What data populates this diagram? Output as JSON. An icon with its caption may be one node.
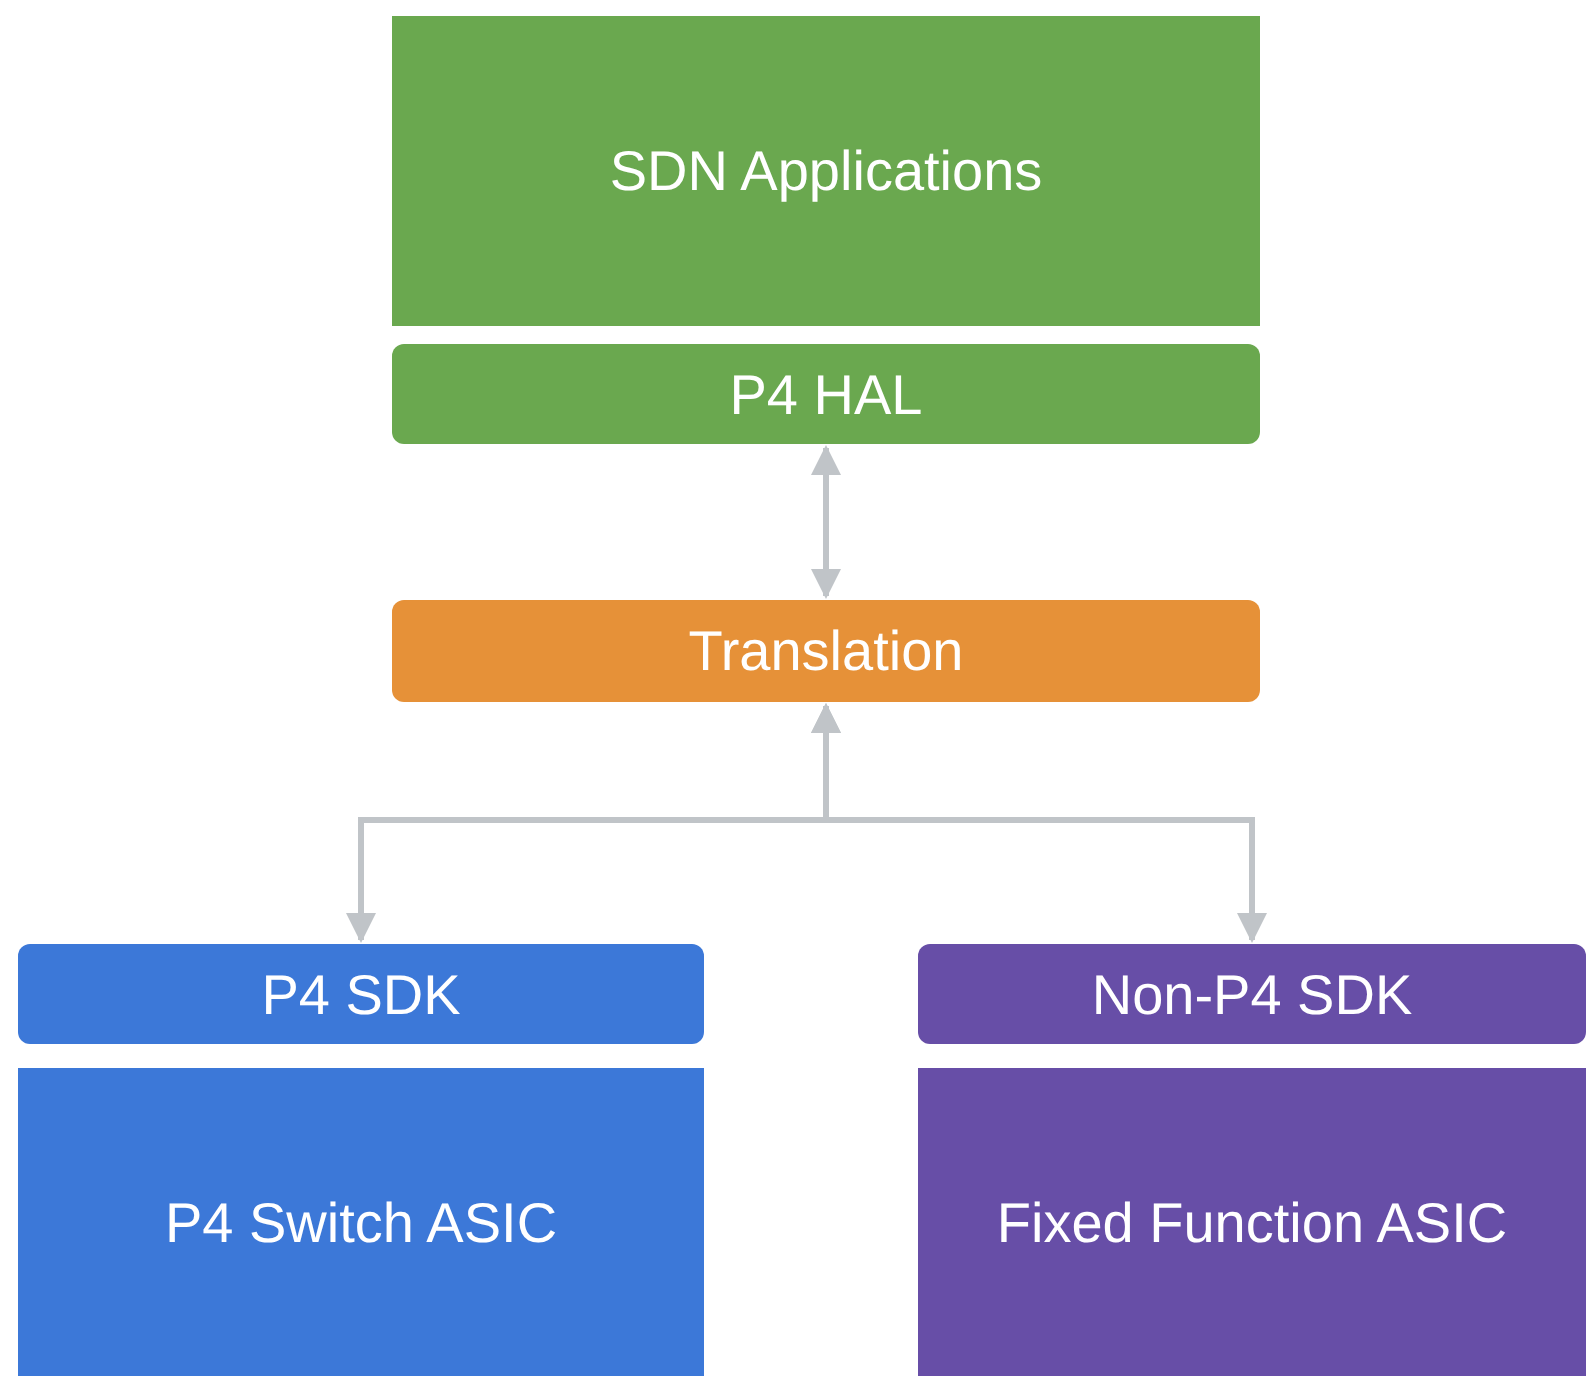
{
  "diagram": {
    "nodes": [
      {
        "text": [
          "SDN Applications"
        ]
      },
      {
        "text": [
          "P4 HAL"
        ]
      },
      {
        "text": [
          "Translation"
        ]
      },
      {
        "text": [
          "P4 SDK"
        ]
      },
      {
        "text": [
          "Non-P4 SDK"
        ]
      },
      {
        "text": [
          "P4 Switch ASIC"
        ]
      },
      {
        "text": [
          "Fixed Function ASIC"
        ]
      }
    ],
    "edges": [
      {
        "from": 1,
        "to": 2,
        "arrow": "both"
      },
      {
        "from": 2,
        "to": 3,
        "arrow": "both"
      },
      {
        "from": 2,
        "to": 4,
        "arrow": "both"
      }
    ]
  }
}
